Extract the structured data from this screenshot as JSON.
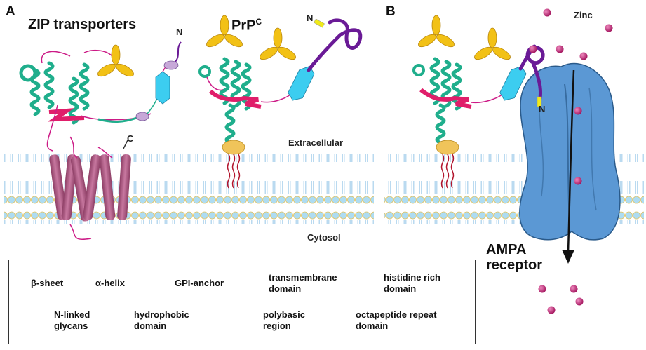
{
  "panels": {
    "a": {
      "letter": "A",
      "title_zip": "ZIP transporters",
      "title_prp": "PrP",
      "title_prp_sup": "C",
      "n_label_zip": "N",
      "c_label_zip": "C",
      "n_label_prp": "N",
      "extracellular": "Extracellular",
      "cytosol": "Cytosol"
    },
    "b": {
      "letter": "B",
      "zinc": "Zinc",
      "n_label": "N",
      "ampa_line1": "AMPA",
      "ampa_line2": "receptor"
    }
  },
  "legend": {
    "beta_sheet": "β-sheet",
    "alpha_helix": "α-helix",
    "gpi_anchor": "GPI-anchor",
    "transmembrane": "transmembrane domain",
    "histidine": "histidine rich domain",
    "glycans": "N-linked glycans",
    "hydrophobic": "hydrophobic domain",
    "polybasic": "polybasic region",
    "octapeptide": "octapeptide repeat domain"
  },
  "colors": {
    "helix": "#1fae8c",
    "beta": "#e01e6a",
    "loop": "#cc1a86",
    "glycan": "#f2c116",
    "gpi": "#f0c45a",
    "lipid_tail": "#b3152d",
    "transmembrane": "#b8628a",
    "histidine": "#c7a8d8",
    "hydrophobic": "#3ccdf0",
    "polybasic": "#f0ea1a",
    "octapeptide": "#6a1a96",
    "membrane_head": "#a8dcf2",
    "membrane_tail": "#a8d4ee",
    "ampa": "#5b98d4",
    "zinc": "#c2186c"
  }
}
